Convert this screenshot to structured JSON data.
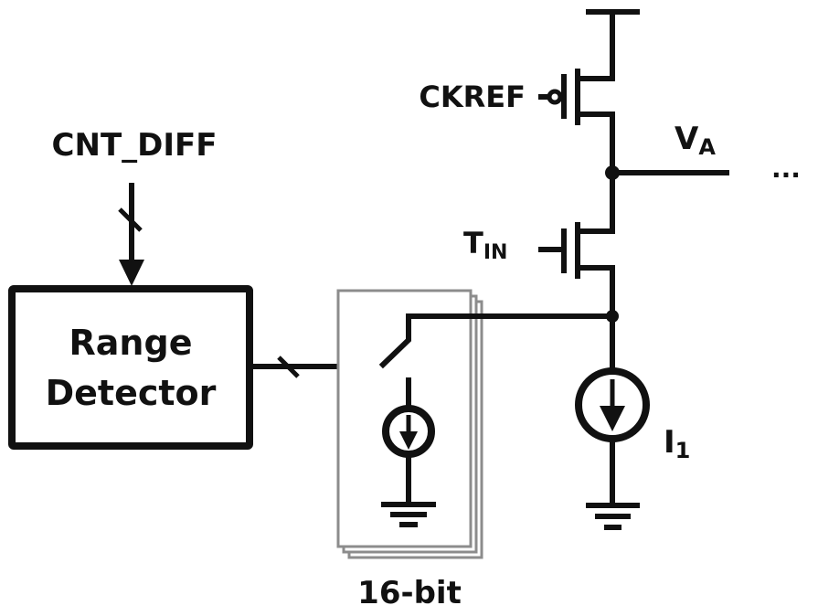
{
  "diagram": {
    "type": "circuit-schematic",
    "colors": {
      "line": "#111111",
      "stack_outline": "#8c8c8c",
      "background": "#ffffff"
    },
    "labels": {
      "cnt_diff": "CNT_DIFF",
      "range_detector_line1": "Range",
      "range_detector_line2": "Detector",
      "ckref": "CKREF",
      "t_in_main": "T",
      "t_in_sub": "IN",
      "va_main": "V",
      "va_sub": "A",
      "i1_main": "I",
      "i1_sub": "1",
      "ellipsis": "...",
      "bits": "16-bit"
    },
    "components": [
      "vdd-rail",
      "pmos-ckref",
      "node-va",
      "nmos-tin",
      "current-source-i1",
      "ground-main",
      "range-detector-block",
      "switched-current-source-array"
    ]
  }
}
